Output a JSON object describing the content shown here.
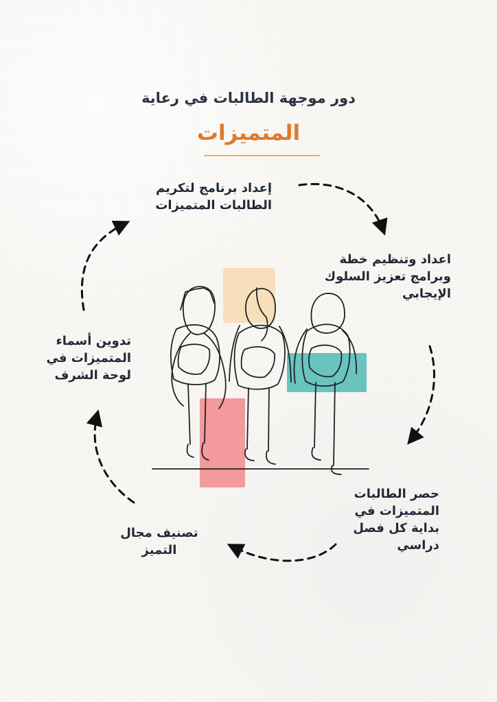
{
  "page": {
    "title_line_1": "دور موجهة الطالبات في رعاية",
    "title_line_2": "المتميزات"
  },
  "steps": [
    {
      "lines": [
        "إعداد برنامج لتكريم",
        "الطالبات المتميزات"
      ]
    },
    {
      "lines": [
        "اعداد وتنظيم خطة",
        "وبرامج تعزيز السلوك",
        "الإيجابي"
      ]
    },
    {
      "lines": [
        "حصر الطالبات",
        "المتميزات في",
        "بداية كل فصل",
        "دراسي"
      ]
    },
    {
      "lines": [
        "تصنيف مجال",
        "التميز"
      ]
    },
    {
      "lines": [
        "تدوين أسماء",
        "المتميزات في",
        "لوحة الشرف"
      ]
    }
  ],
  "colors": {
    "background": "#f8f7f4",
    "heading": "#2b3442",
    "accent": "#df7a2a",
    "underline": "#e8b24a",
    "teal": "#69c3be",
    "peach": "#f8ddb7",
    "pink": "#f29a9d"
  },
  "icons": [
    "dashed-arrow-icon",
    "students-walking-line-art"
  ]
}
